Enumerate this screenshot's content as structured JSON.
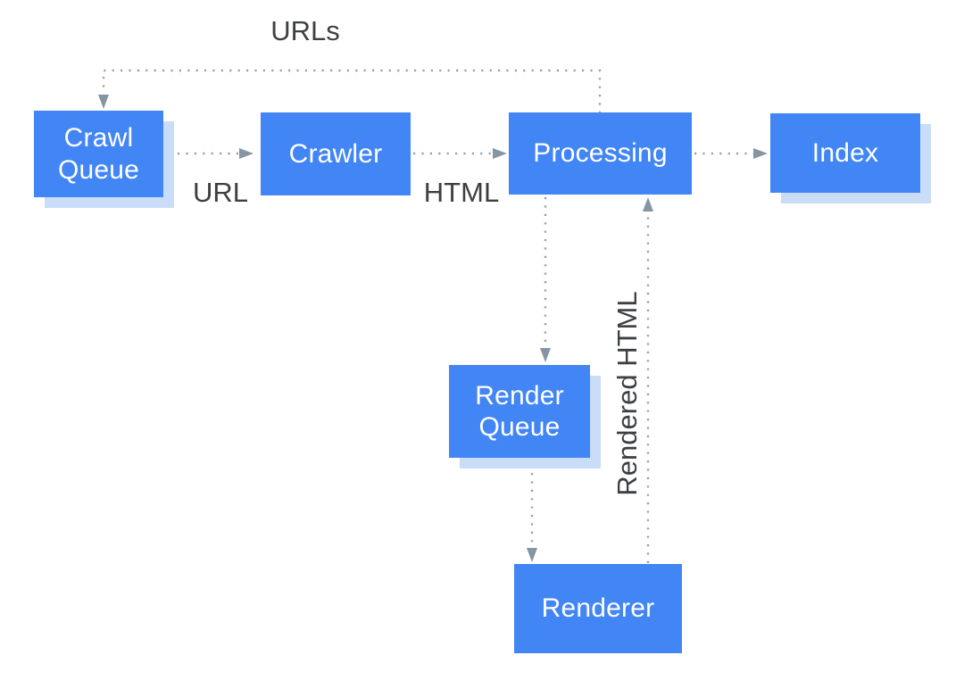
{
  "diagram": {
    "nodes": {
      "crawl_queue": {
        "label": "Crawl Queue"
      },
      "crawler": {
        "label": "Crawler"
      },
      "processing": {
        "label": "Processing"
      },
      "index": {
        "label": "Index"
      },
      "render_queue": {
        "label": "Render Queue"
      },
      "renderer": {
        "label": "Renderer"
      }
    },
    "edge_labels": {
      "urls": "URLs",
      "url": "URL",
      "html": "HTML",
      "rendered_html": "Rendered HTML"
    },
    "edges": [
      {
        "from": "processing",
        "to": "crawl_queue",
        "label": "URLs",
        "style": "dotted-arrow"
      },
      {
        "from": "crawl_queue",
        "to": "crawler",
        "label": "URL",
        "style": "dotted-arrow"
      },
      {
        "from": "crawler",
        "to": "processing",
        "label": "HTML",
        "style": "dotted-arrow"
      },
      {
        "from": "processing",
        "to": "index",
        "label": "",
        "style": "dotted-arrow"
      },
      {
        "from": "processing",
        "to": "render_queue",
        "label": "",
        "style": "dotted-arrow"
      },
      {
        "from": "render_queue",
        "to": "renderer",
        "label": "",
        "style": "dotted-arrow"
      },
      {
        "from": "renderer",
        "to": "processing",
        "label": "Rendered HTML",
        "style": "dotted-arrow"
      }
    ],
    "colors": {
      "node_fill": "#4285f4",
      "node_text": "#ffffff",
      "node_shadow": "#c9dcf8",
      "connector_dot": "#98a3ac",
      "arrowhead": "#8595a3",
      "label_text": "#3c4043",
      "background": "#ffffff"
    }
  }
}
